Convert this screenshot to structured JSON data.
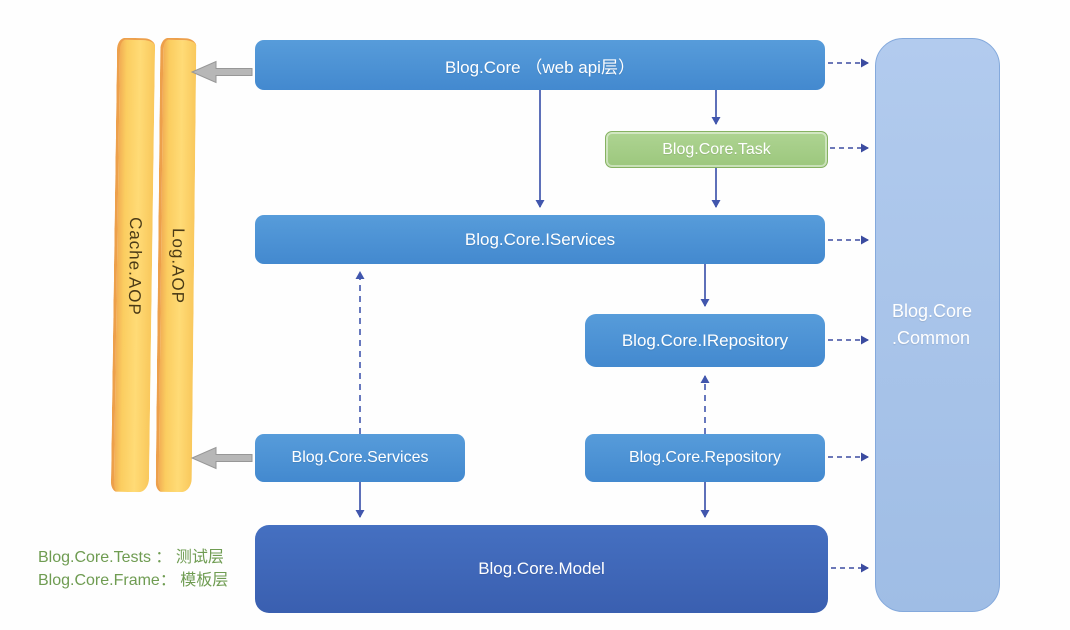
{
  "diagram": {
    "boxes": {
      "webapi": {
        "label": "Blog.Core （web api层）"
      },
      "task": {
        "label": "Blog.Core.Task"
      },
      "iservices": {
        "label": "Blog.Core.IServices"
      },
      "irepository": {
        "label": "Blog.Core.IRepository"
      },
      "services": {
        "label": "Blog.Core.Services"
      },
      "repository": {
        "label": "Blog.Core.Repository"
      },
      "model": {
        "label": "Blog.Core.Model"
      },
      "common": {
        "line1": "Blog.Core",
        "line2": ".Common"
      }
    },
    "ribbons": {
      "cache": {
        "label": "Cache.AOP"
      },
      "log": {
        "label": "Log.AOP"
      }
    },
    "legend": {
      "line1": "Blog.Core.Tests ： 测试层",
      "line2": "Blog.Core.Frame： 模板层"
    },
    "colors": {
      "box_blue": "#4b91d3",
      "box_dark_blue": "#3e64b6",
      "box_light_blue": "#a9c4e9",
      "box_green": "#a6ce89",
      "box_green_border": "#86b262",
      "arrow_blue": "#4156ad",
      "arrow_gray": "#b7b7b7",
      "ribbon_fill": "#fccf62",
      "ribbon_edge": "#eda04b",
      "ribbon_text": "#4a3a16",
      "legend_green": "#6f9c52"
    }
  }
}
